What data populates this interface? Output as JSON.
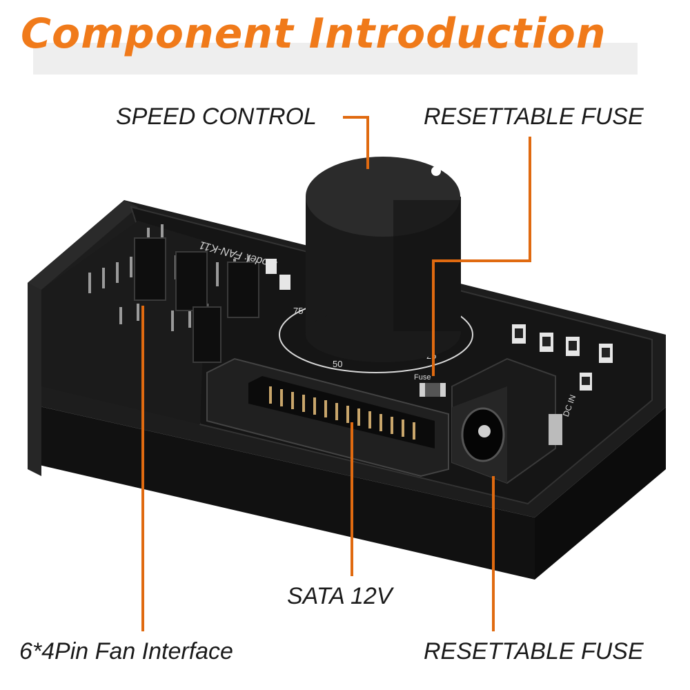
{
  "title": "Component Introduction",
  "labels": {
    "speed_control": "SPEED CONTROL",
    "resettable_fuse_top": "RESETTABLE FUSE",
    "sata": "SATA 12V",
    "fan_interface": "6*4Pin Fan Interface",
    "resettable_fuse_bottom": "RESETTABLE FUSE"
  },
  "board": {
    "model": "Model: FAN-K11",
    "dial_marks": [
      "75",
      "50",
      "25"
    ],
    "fuse_label": "Fuse",
    "dc_label": "DC IN"
  },
  "colors": {
    "accent": "#f07a1a",
    "leader_line": "#e06a10",
    "board": "#151515"
  }
}
